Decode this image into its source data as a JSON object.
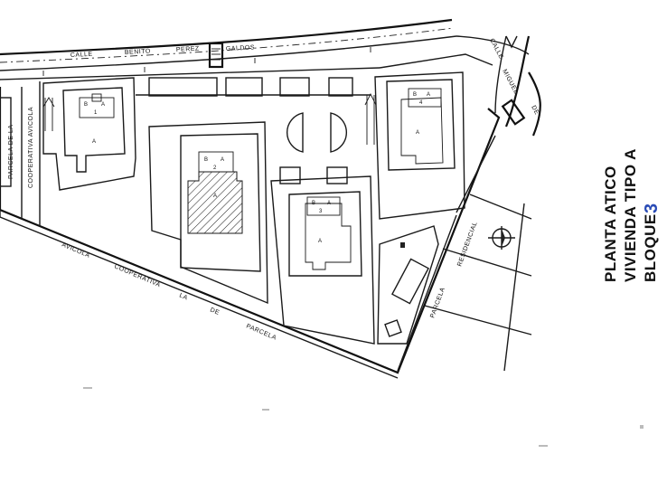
{
  "streets": {
    "calle_top": "CALLE",
    "benito": "BENITO",
    "perez": "PEREZ",
    "galdos": "GALDOS",
    "calle_right": "CALLE",
    "miguel": "MIGUEL",
    "de": "DE"
  },
  "parcels": {
    "left_line1": "PARCELA DE LA",
    "left_line2": "COOPERATIVA AVICOLA",
    "bottom_parcela": "PARCELA",
    "bottom_de": "DE",
    "bottom_la": "LA",
    "bottom_cooperativa": "COOPERATIVA",
    "bottom_avicola": "AVICOLA",
    "right_parcela": "PARCELA",
    "right_residencial": "RESIDENCIAL"
  },
  "blocks": {
    "tag_b": "B",
    "tag_a": "A",
    "b1_num": "1",
    "b2_num": "2",
    "b3_num": "3",
    "b4_num": "4"
  },
  "title": {
    "line1": "PLANTA ATICO",
    "line2": "VIVIENDA TIPO A",
    "line3": "BLOQUE",
    "number": "3"
  },
  "colors": {
    "ink": "#1a1a1a",
    "highlight": "#2a4bb5"
  }
}
